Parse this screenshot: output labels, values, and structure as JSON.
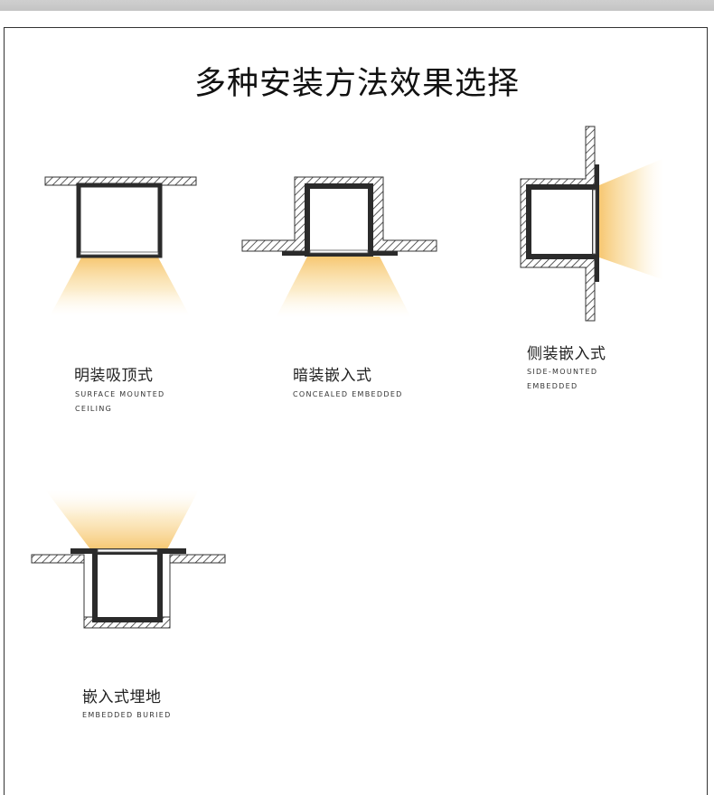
{
  "page": {
    "title": "多种安装方法效果选择"
  },
  "colors": {
    "hatch_stroke": "#333333",
    "profile_dark": "#2b2b2b",
    "light_warm": "#f7c873",
    "background": "#ffffff",
    "top_band": "#c8c8c8"
  },
  "methods": [
    {
      "id": "surface",
      "name_cn": "明装吸顶式",
      "name_en": "SURFACE MOUNTED\nCEILING",
      "diagram_icon": "surface-mounted-ceiling-diagram"
    },
    {
      "id": "concealed",
      "name_cn": "暗装嵌入式",
      "name_en": "CONCEALED EMBEDDED",
      "diagram_icon": "concealed-embedded-diagram"
    },
    {
      "id": "side",
      "name_cn": "侧装嵌入式",
      "name_en": "SIDE-MOUNTED\nEMBEDDED",
      "diagram_icon": "side-mounted-embedded-diagram"
    },
    {
      "id": "buried",
      "name_cn": "嵌入式埋地",
      "name_en": "EMBEDDED BURIED",
      "diagram_icon": "embedded-buried-diagram"
    }
  ]
}
